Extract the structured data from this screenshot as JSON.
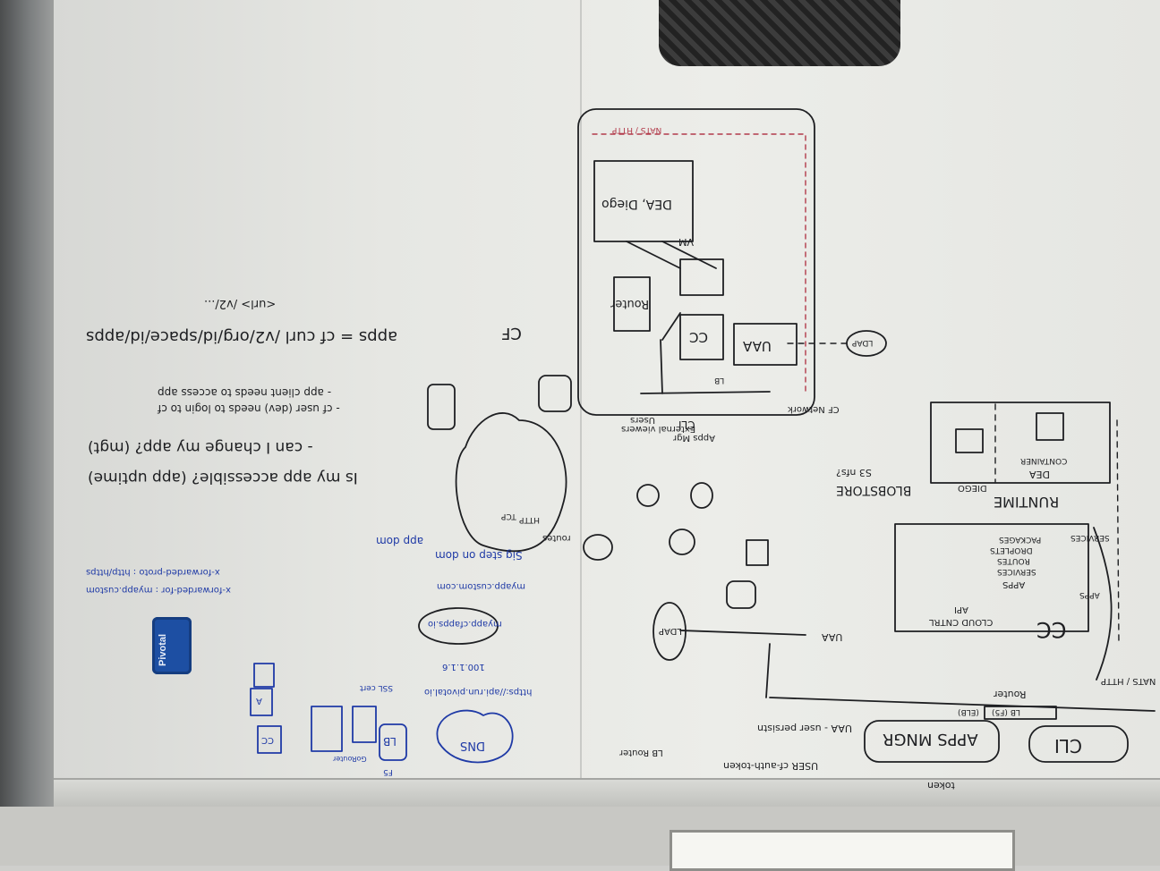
{
  "scene": {
    "description_tag": "whiteboard-photo",
    "colors": {
      "black_ink": "#1e1f22",
      "blue_ink": "#1f3aa6",
      "red_ink": "#b23a4a",
      "board": "#e6e7e3",
      "eraser": "#1d4fa3"
    }
  },
  "eraser": {
    "brand": "Pivotal"
  },
  "right_section": {
    "cli": "CLI",
    "apps_mngr": "APPS MNGR",
    "token": "token",
    "router": "Router",
    "lb_f5": "LB (F5)",
    "elb": "(ELB)",
    "cc": "CC",
    "cloud_ctrl": "CLOUD CNTRL",
    "api": "API",
    "apps": "APPS",
    "services": "SERVICES",
    "routes": "ROUTES",
    "droplets": "DROPLETS",
    "packages": "PACKAGES",
    "runtime": "RUNTIME",
    "diego": "DIEGO",
    "dea": "DEA",
    "container": "CONTAINER",
    "blobstore": "BLOBSTORE",
    "s3_nfs": "S3 nfs?",
    "uaa": "UAA",
    "uaa_user_persist": "UAA - user persistn",
    "user_cf_auth": "USER cf-auth-token",
    "lb_router": "LB Router",
    "ldap": "LDAP",
    "nats_http": "NATS / HTTP",
    "apps_arrow": "APPS",
    "services_arrow": "SERVICES"
  },
  "middle_section": {
    "cf_network": "CF Network",
    "nats_http_red": "NATS / HTTP",
    "dea_diego": "DEA, Diego",
    "vm": "VM",
    "router": "Router",
    "uaa": "UAA",
    "cc": "CC",
    "ldap": "LDAP",
    "cli": "CLI",
    "apps_mgr": "Apps Mgr",
    "external_viewers": "External viewers",
    "users": "Users",
    "lb": "LB"
  },
  "left_section": {
    "cf": "CF",
    "apps_cmd": "apps = cf curl /v2/org/id/space/id/apps",
    "url_line": "<url> /v2/...",
    "q1": "Is my app accessible? (app uptime)",
    "q2": "- can I change my app? (mgt)",
    "q3": "- cf user (dev) needs to login to cf",
    "q4": "- app client needs to access app",
    "routes": "routes",
    "tcp": "TCP",
    "http": "HTTP",
    "sig_steps": "Sig step on dom",
    "app_dom": "app dom",
    "myapp_custom": "myapp.custom.com",
    "myapp_cfapps": "myapp.cfapps.io",
    "ip_addr": "100.1.1.6",
    "https_url": "https://api.run.pivotal.io",
    "x_fwd_for": "x-forwarded-for : myapp.custom",
    "x_fwd_proto": "x-forwarded-proto : http/https",
    "dns": "DNS",
    "lb": "LB",
    "ssl_cert": "SSL cert",
    "f5": "F5",
    "gorouter": "GoRouter",
    "cc": "CC",
    "a": "A"
  }
}
